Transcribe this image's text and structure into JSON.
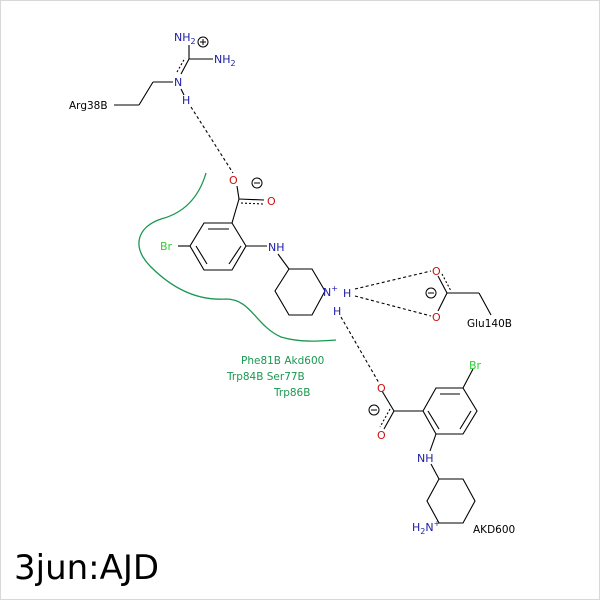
{
  "title": "3jun:AJD",
  "colors": {
    "nitrogen": "#1c1caa",
    "oxygen": "#cc1111",
    "bromine": "#33cc33",
    "hydrophobic": "#1a9850",
    "bond": "#000000"
  },
  "residues": {
    "arg": "Arg38B",
    "glu": "Glu140B",
    "akd_bottom": "AKD600"
  },
  "hydrophobic_contacts": {
    "line1": "Phe81B Akd600",
    "line2": "Trp84B  Ser77B",
    "line3": "Trp86B"
  },
  "atoms": {
    "nh2_top": "NH",
    "nh2_top_sub": "2",
    "nh2_right": "NH",
    "nh2_right_sub": "2",
    "n_arg": "N",
    "h_arg": "H",
    "o1": "O",
    "o2": "O",
    "br1": "Br",
    "nh1": "NH",
    "n_plus": "N",
    "h_n1": "H",
    "h_n2": "H",
    "o_glu1": "O",
    "o_glu2": "O",
    "o3": "O",
    "o4": "O",
    "br2": "Br",
    "nh2": "NH",
    "h2n": "H",
    "h2n_sub": "2",
    "h2n_n": "N",
    "plus": "+",
    "minus": "−",
    "oplus": "+"
  }
}
